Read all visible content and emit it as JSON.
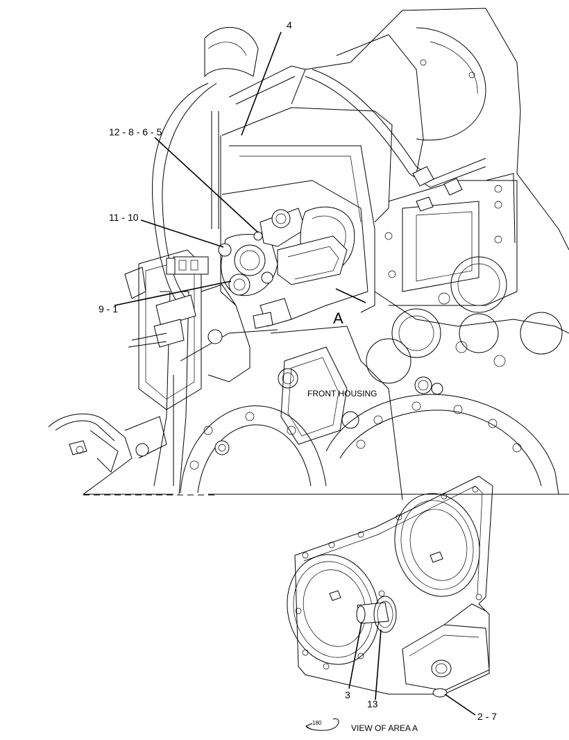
{
  "callouts": {
    "c4": "4",
    "c12_8_6_5": "12 - 8 - 6 - 5",
    "c11_10": "11 - 10",
    "c9_1": "9 - 1",
    "c3": "3",
    "c13": "13",
    "c2_7": "2 - 7"
  },
  "labels": {
    "area_a": "A",
    "front_housing": "FRONT HOUSING",
    "view_of_area_a": "VIEW OF AREA  A",
    "rotation": "180"
  }
}
